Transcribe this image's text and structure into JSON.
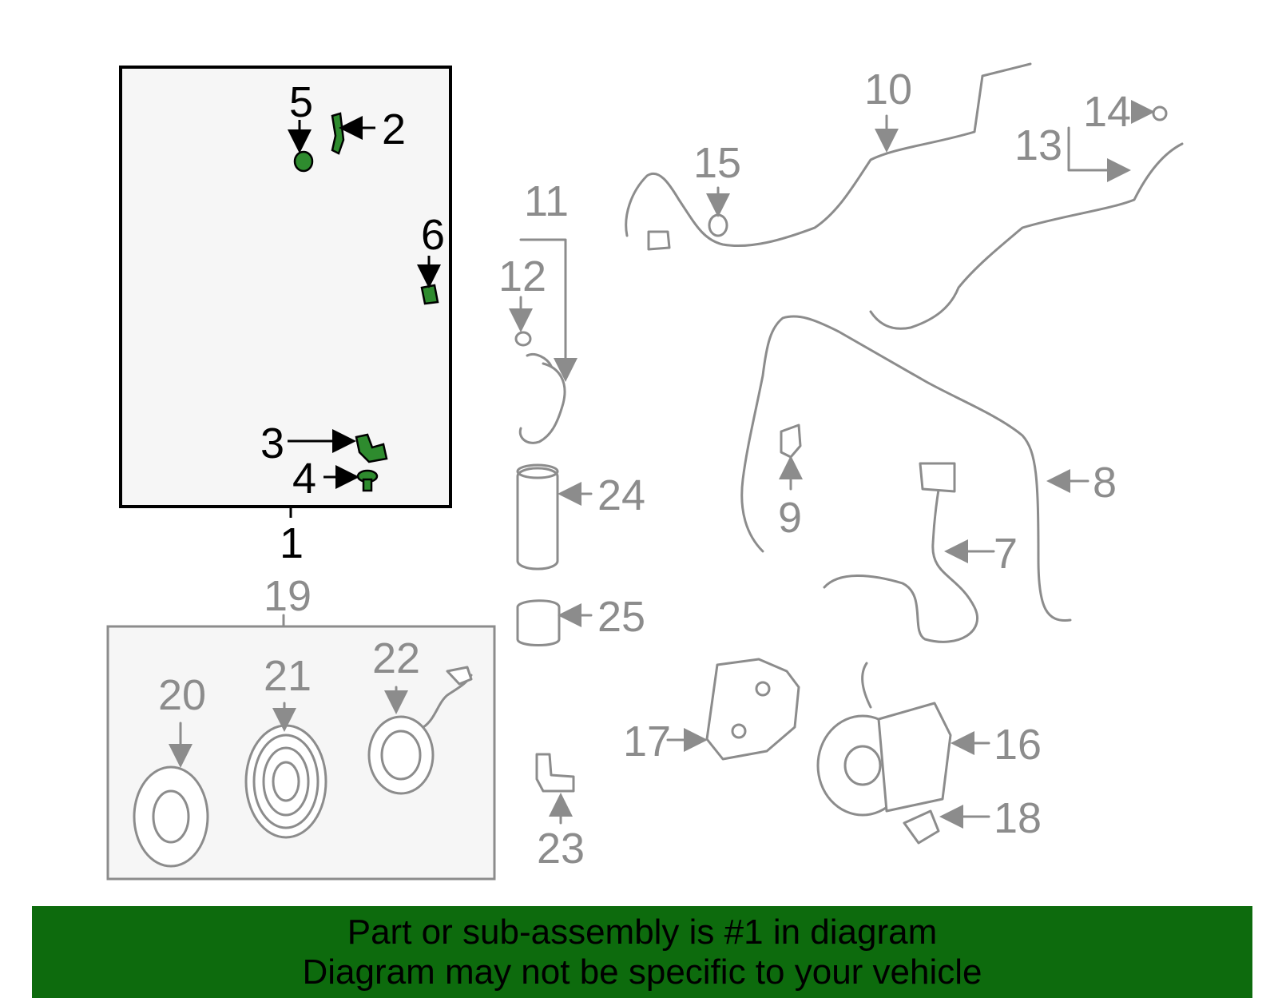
{
  "labels": {
    "p1": "1",
    "p2": "2",
    "p3": "3",
    "p4": "4",
    "p5": "5",
    "p6": "6",
    "p7": "7",
    "p8": "8",
    "p9": "9",
    "p10": "10",
    "p11": "11",
    "p12": "12",
    "p13": "13",
    "p14": "14",
    "p15": "15",
    "p16": "16",
    "p17": "17",
    "p18": "18",
    "p19": "19",
    "p20": "20",
    "p21": "21",
    "p22": "22",
    "p23": "23",
    "p24": "24",
    "p25": "25"
  },
  "banner": {
    "line1": "Part or sub-assembly is #1 in diagram",
    "line2": "Diagram may not be specific to your vehicle"
  },
  "colors": {
    "highlight_part": "#2e8b2e",
    "banner_bg": "#0d6b0d",
    "inactive_label": "#8c8c8c"
  }
}
